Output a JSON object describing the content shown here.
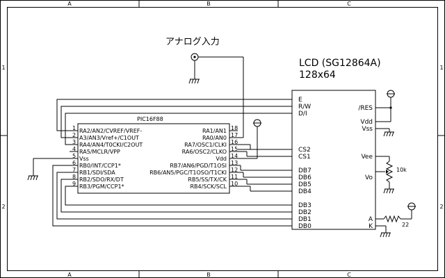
{
  "frame": {
    "column_labels": [
      "A",
      "B",
      "C"
    ],
    "row_labels": [
      "1",
      "2"
    ]
  },
  "analog_input": {
    "label": "アナログ入力"
  },
  "mcu": {
    "name": "PIC16F88",
    "left_pins": [
      {
        "num": "1",
        "label": "RA2/AN2/CVREF/VREF-"
      },
      {
        "num": "2",
        "label": "A3/AN3/Vref+/C1OUT"
      },
      {
        "num": "3",
        "label": "RA4/AN4/T0CKI/C2OUT"
      },
      {
        "num": "4",
        "label": "RA5/MCLR/VPP"
      },
      {
        "num": "5",
        "label": "Vss"
      },
      {
        "num": "6",
        "label": "RB0/INT/CCP1*"
      },
      {
        "num": "7",
        "label": "RB1/SDI/SDA"
      },
      {
        "num": "8",
        "label": "RB2/SDO/RX/DT"
      },
      {
        "num": "9",
        "label": "RB3/PGM/CCP1*"
      }
    ],
    "right_pins": [
      {
        "num": "18",
        "label": "RA1/AN1"
      },
      {
        "num": "17",
        "label": "RA0/AN0"
      },
      {
        "num": "16",
        "label": "RA7/OSC1/CLKI"
      },
      {
        "num": "15",
        "label": "RA6/OSC2/CLKO"
      },
      {
        "num": "14",
        "label": "Vdd"
      },
      {
        "num": "13",
        "label": "RB7/AN6/PGD/T1OSI"
      },
      {
        "num": "12",
        "label": "RB6/AN5/PGC/T1OSO/T1CKI"
      },
      {
        "num": "11",
        "label": "RB5/SS/TX/CK"
      },
      {
        "num": "10",
        "label": "RB4/SCK/SCL"
      }
    ]
  },
  "lcd": {
    "title": "LCD (SG12864A)",
    "size": "128x64",
    "left_pins": [
      "E",
      "R/W",
      "D/I",
      "CS2",
      "CS1",
      "DB7",
      "DB6",
      "DB5",
      "DB4",
      "DB3",
      "DB2",
      "DB1",
      "DB0"
    ],
    "right_pins": [
      "/RES",
      "Vdd",
      "Vss",
      "Vee",
      "Vo",
      "A",
      "K"
    ]
  },
  "components": {
    "pot_value": "10k",
    "resistor_value": "22"
  }
}
